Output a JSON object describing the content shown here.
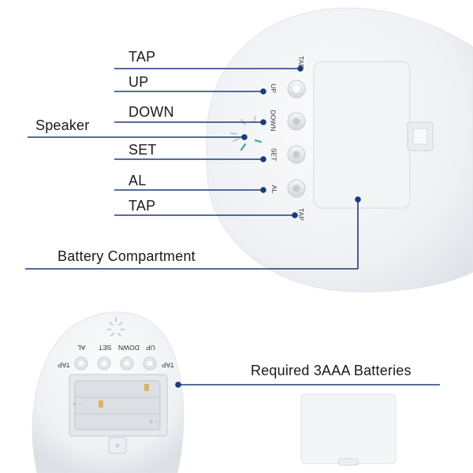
{
  "colors": {
    "callout_line": "#1d3a78",
    "device_body": "#f2f3f5",
    "device_shadow": "#d9dce2",
    "speaker_led": "#3aa98f"
  },
  "top_view": {
    "callouts": {
      "tap_top": "TAP",
      "up": "UP",
      "down": "DOWN",
      "speaker": "Speaker",
      "set": "SET",
      "al": "AL",
      "tap_bottom": "TAP",
      "battery": "Battery Compartment"
    },
    "button_labels": {
      "tap_top": "TAP",
      "up": "UP",
      "down": "DOWN",
      "set": "SET",
      "al": "AL",
      "tap_bottom": "TAP"
    }
  },
  "bottom_view": {
    "button_labels": {
      "tap_left": "TAP",
      "al": "AL",
      "set": "SET",
      "down": "DOWN",
      "up": "UP",
      "tap_right": "TAP"
    },
    "callouts": {
      "batteries": "Required 3AAA Batteries"
    }
  }
}
